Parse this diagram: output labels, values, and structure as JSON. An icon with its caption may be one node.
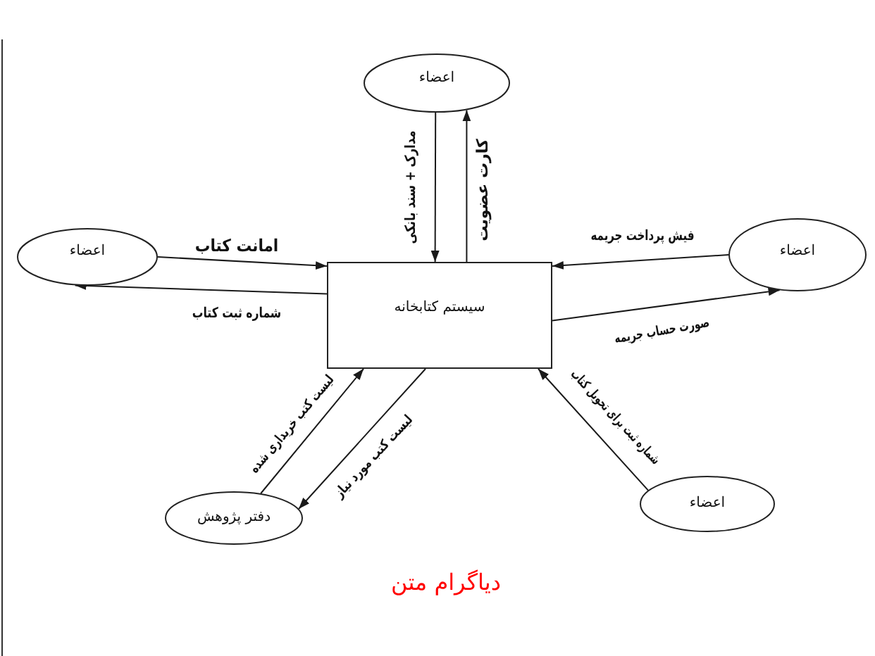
{
  "diagram": {
    "caption": "دیاگرام متن",
    "nodes": [
      {
        "text": [
          "اعضاء"
        ]
      },
      {
        "text": [
          "اعضاء"
        ]
      },
      {
        "text": [
          "سیستم کتابخانه"
        ]
      },
      {
        "text": [
          "اعضاء"
        ]
      },
      {
        "text": [
          "دفتر پژوهش"
        ]
      },
      {
        "text": [
          "اعضاء"
        ]
      }
    ],
    "edges": [
      {
        "from": 0,
        "to": 2,
        "arrow": "to",
        "label": "مدارک + سند بانکی"
      },
      {
        "from": 2,
        "to": 0,
        "arrow": "to",
        "label": "کارت عضویت"
      },
      {
        "from": 1,
        "to": 2,
        "arrow": "to",
        "label": "امانت کتاب"
      },
      {
        "from": 2,
        "to": 1,
        "arrow": "to",
        "label": "شماره ثبت کتاب"
      },
      {
        "from": 3,
        "to": 2,
        "arrow": "to",
        "label": "فیش پرداخت جریمه"
      },
      {
        "from": 2,
        "to": 3,
        "arrow": "to",
        "label": "صورت حساب جریمه"
      },
      {
        "from": 4,
        "to": 2,
        "arrow": "to",
        "label": "لیست کتب خریداری شده"
      },
      {
        "from": 2,
        "to": 4,
        "arrow": "to",
        "label": "لیست کتب مورد نیاز"
      },
      {
        "from": 5,
        "to": 2,
        "arrow": "to",
        "label": "شماره ثبت برای تحویل کتاب"
      }
    ]
  }
}
